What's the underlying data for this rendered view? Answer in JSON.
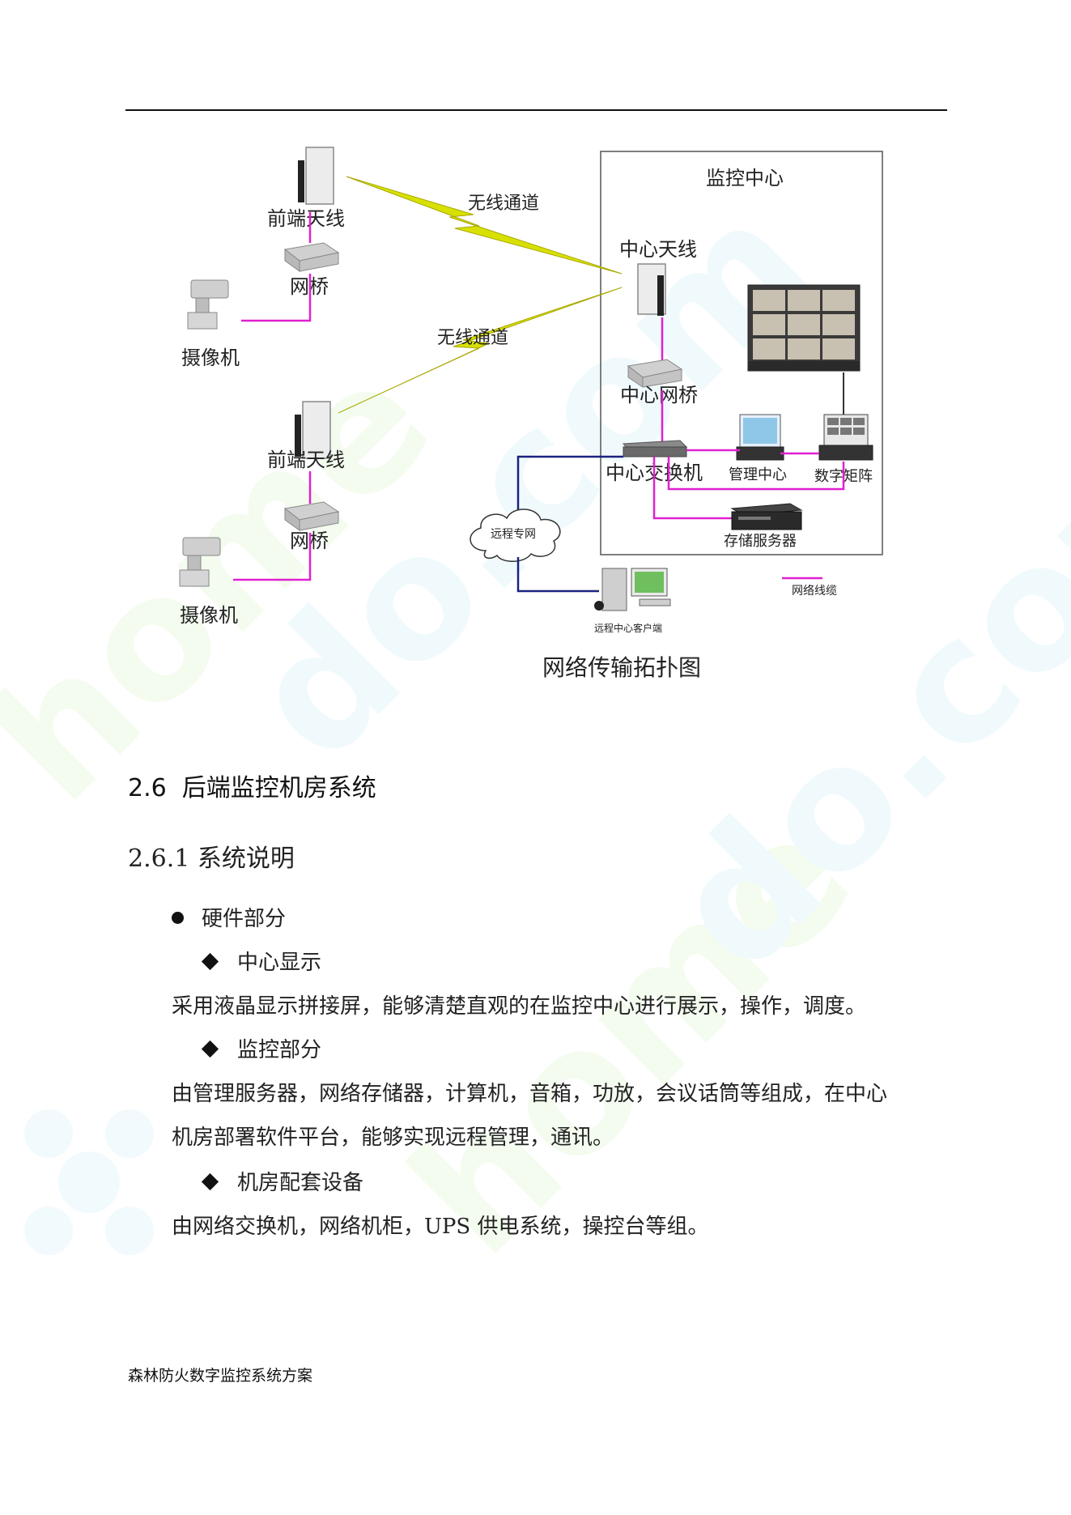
{
  "diagram": {
    "center_title": "监控中心",
    "wireless_channel_1": "无线通道",
    "wireless_channel_2": "无线通道",
    "front_antenna_1": "前端天线",
    "bridge_1": "网桥",
    "camera_1": "摄像机",
    "front_antenna_2": "前端天线",
    "bridge_2": "网桥",
    "camera_2": "摄像机",
    "center_antenna": "中心天线",
    "center_bridge": "中心网桥",
    "center_switch": "中心交换机",
    "management_center": "管理中心",
    "digital_matrix": "数字矩阵",
    "storage_server": "存储服务器",
    "remote_network": "远程专网",
    "remote_client": "远程中心客户端",
    "legend_cable": "网络线缆",
    "caption": "网络传输拓扑图",
    "colors": {
      "cable": "#e020d0",
      "lightning": "#d8e000",
      "network": "#1a237e"
    }
  },
  "section": {
    "number": "2.6",
    "title": "后端监控机房系统"
  },
  "subsection": {
    "number": "2.6.1",
    "title": "系统说明"
  },
  "content": {
    "bullet_1": "硬件部分",
    "item_1_title": "中心显示",
    "item_1_text": "采用液晶显示拼接屏，能够清楚直观的在监控中心进行展示，操作，调度。",
    "item_2_title": "监控部分",
    "item_2_text_line1": "由管理服务器，网络存储器，计算机，音箱，功放，会议话筒等组成，在中心",
    "item_2_text_line2": "机房部署软件平台，能够实现远程管理，通讯。",
    "item_3_title": "机房配套设备",
    "item_3_text": "由网络交换机，网络机柜，UPS 供电系统，操控台等组。"
  },
  "footer": "森林防火数字监控系统方案"
}
